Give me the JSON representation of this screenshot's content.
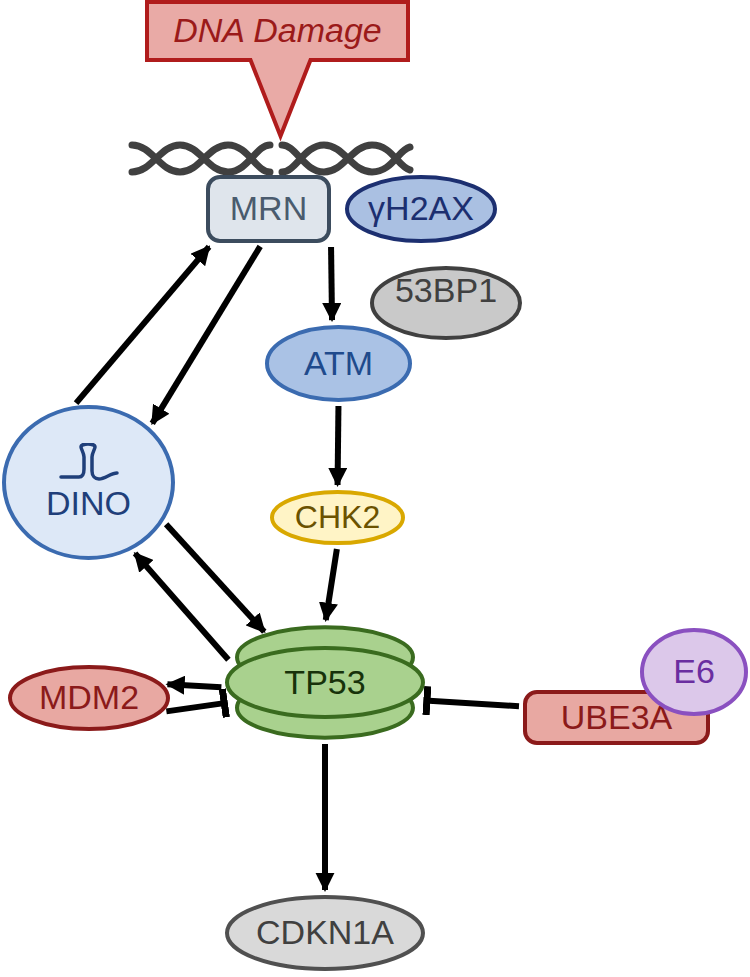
{
  "diagram": {
    "nodes": [
      {
        "text": [
          "DNA Damage"
        ]
      },
      {
        "text": [
          "MRN"
        ]
      },
      {
        "text": [
          "γH2AX"
        ]
      },
      {
        "text": [
          "53BP1"
        ]
      },
      {
        "text": [
          "ATM"
        ]
      },
      {
        "text": [
          "DINO"
        ]
      },
      {
        "text": [
          "CHK2"
        ]
      },
      {
        "text": [
          "MDM2"
        ]
      },
      {
        "text": [
          "TP53"
        ]
      },
      {
        "text": [
          "E6"
        ]
      },
      {
        "text": [
          "UBE3A"
        ]
      },
      {
        "text": [
          "CDKN1A"
        ]
      }
    ],
    "edges": [
      {
        "from": 1,
        "to": 4,
        "arrow": "to"
      },
      {
        "from": 5,
        "to": 1,
        "arrow": "to"
      },
      {
        "from": 1,
        "to": 5,
        "arrow": "to"
      },
      {
        "from": 4,
        "to": 6,
        "arrow": "to"
      },
      {
        "from": 5,
        "to": 8,
        "arrow": "to"
      },
      {
        "from": 8,
        "to": 5,
        "arrow": "to"
      },
      {
        "from": 6,
        "to": 8,
        "arrow": "to"
      },
      {
        "from": 8,
        "to": 7,
        "arrow": "to"
      },
      {
        "from": 7,
        "to": 8,
        "arrow": "to"
      },
      {
        "from": 10,
        "to": 8,
        "arrow": "to"
      },
      {
        "from": 8,
        "to": 11,
        "arrow": "to"
      }
    ]
  }
}
